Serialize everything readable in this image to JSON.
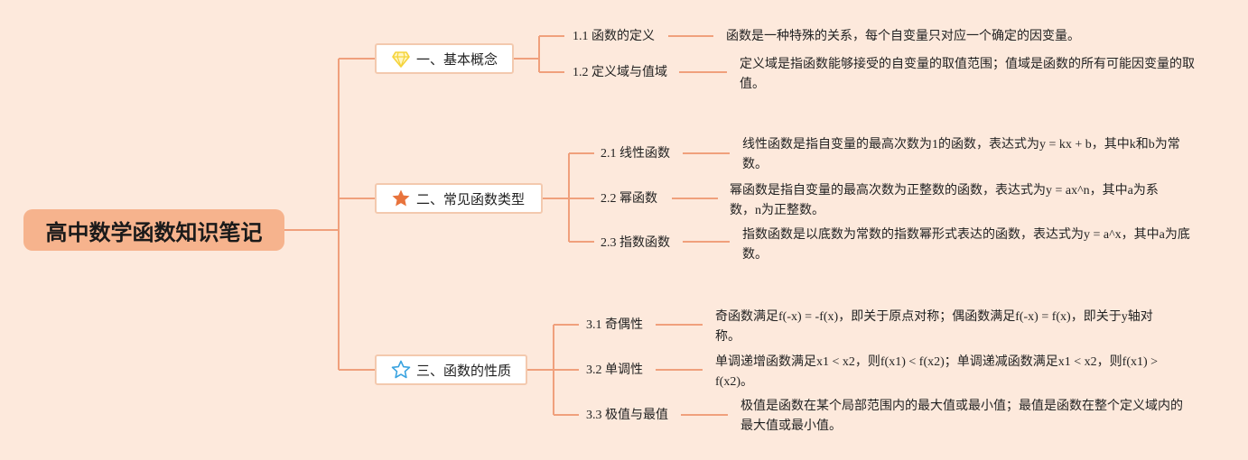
{
  "title": "高中数学函数知识笔记",
  "branches": [
    {
      "icon": "diamond-icon",
      "label": "一、基本概念",
      "items": [
        {
          "label": "1.1 函数的定义",
          "desc": "函数是一种特殊的关系，每个自变量只对应一个确定的因变量。"
        },
        {
          "label": "1.2 定义域与值域",
          "desc": "定义域是指函数能够接受的自变量的取值范围；值域是函数的所有可能因变量的取值。"
        }
      ]
    },
    {
      "icon": "star-filled-icon",
      "label": "二、常见函数类型",
      "items": [
        {
          "label": "2.1 线性函数",
          "desc": "线性函数是指自变量的最高次数为1的函数，表达式为y = kx + b，其中k和b为常数。"
        },
        {
          "label": "2.2 幂函数",
          "desc": "幂函数是指自变量的最高次数为正整数的函数，表达式为y = ax^n，其中a为系数，n为正整数。"
        },
        {
          "label": "2.3 指数函数",
          "desc": "指数函数是以底数为常数的指数幂形式表达的函数，表达式为y = a^x，其中a为底数。"
        }
      ]
    },
    {
      "icon": "star-outline-icon",
      "label": "三、函数的性质",
      "items": [
        {
          "label": "3.1 奇偶性",
          "desc": "奇函数满足f(-x) = -f(x)，即关于原点对称；偶函数满足f(-x) = f(x)，即关于y轴对称。"
        },
        {
          "label": "3.2 单调性",
          "desc": "单调递增函数满足x1 < x2，则f(x1) < f(x2)；单调递减函数满足x1 < x2，则f(x1) > f(x2)。"
        },
        {
          "label": "3.3 极值与最值",
          "desc": "极值是函数在某个局部范围内的最大值或最小值；最值是函数在整个定义域内的最大值或最小值。"
        }
      ]
    }
  ],
  "colors": {
    "background": "#fde9dc",
    "line": "#f0a07c",
    "root_fill": "#f6b38d",
    "branch_border": "#f3c9ae",
    "diamond": "#f5d33a",
    "star_filled": "#e8733c",
    "star_outline": "#3aa3e0"
  }
}
